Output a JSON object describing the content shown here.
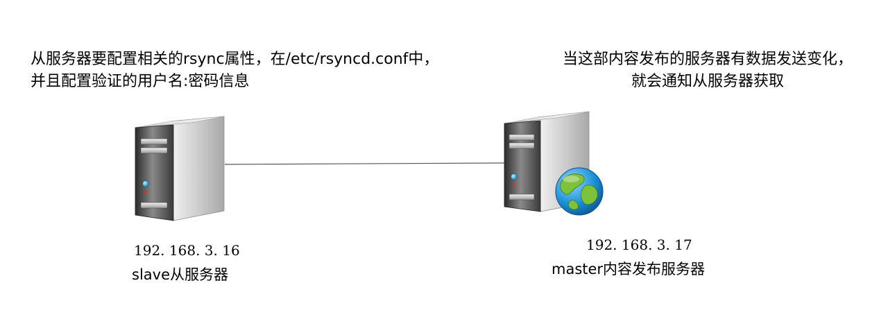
{
  "notes": {
    "slave_line1": "从服务器要配置相关的rsync属性，在/etc/rsyncd.conf中，",
    "slave_line2": "并且配置验证的用户名:密码信息",
    "master_line1": "当这部内容发布的服务器有数据发送变化，",
    "master_line2": "就会通知从服务器获取"
  },
  "nodes": {
    "slave": {
      "ip": "192. 168. 3. 16",
      "label": "slave从服务器"
    },
    "master": {
      "ip": "192. 168. 3. 17",
      "label": "master内容发布服务器"
    }
  },
  "icons": {
    "slave": "server-icon",
    "master": "server-icon",
    "master_badge": "globe-icon"
  },
  "colors": {
    "connector": "#555555",
    "globe_ocean": "#1a8fd6",
    "globe_land": "#7ec23c"
  }
}
